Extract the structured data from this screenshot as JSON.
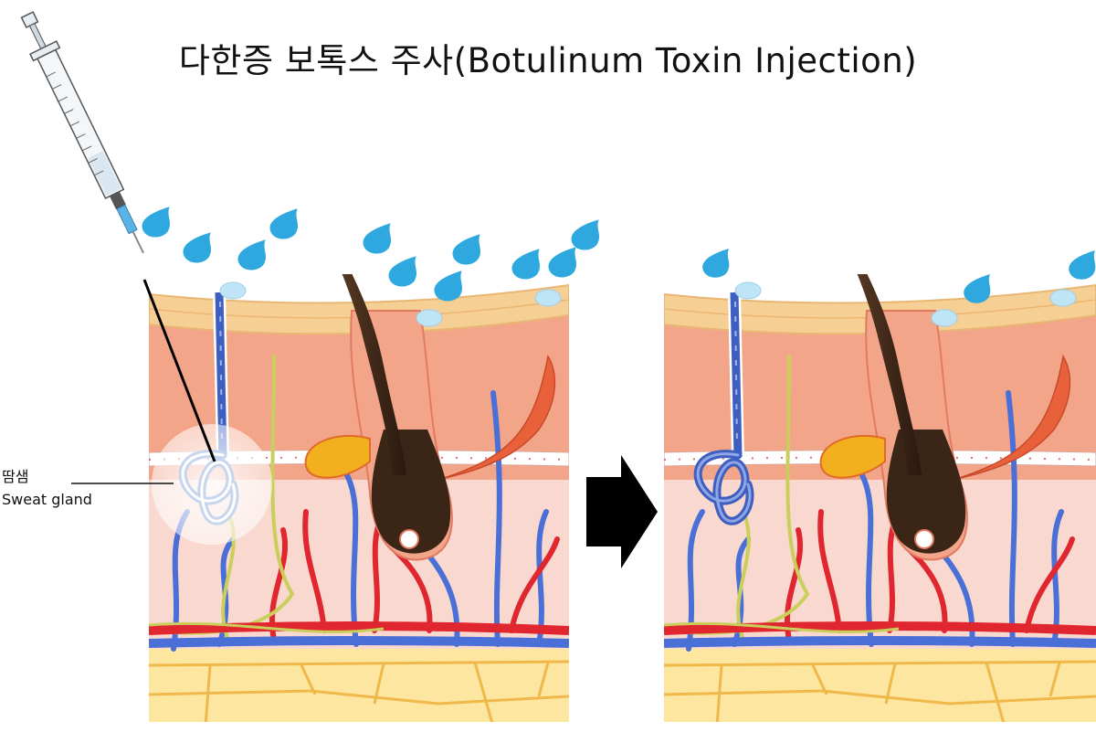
{
  "title": "다한증 보톡스 주사(Botulinum Toxin Injection)",
  "label": {
    "korean": "땀샘",
    "english": "Sweat gland"
  },
  "colors": {
    "epidermis": "#f6cf95",
    "dermis": "#f3a58a",
    "dermis_lower": "#f9d9cf",
    "fat": "#fde6a0",
    "fat_line": "#f0b84a",
    "hair": "#3b2517",
    "artery": "#e0262e",
    "vein": "#4a6fd6",
    "nerve": "#c9cf5a",
    "muscle": "#e8613a",
    "sebaceous": "#f2b01e",
    "drop": "#2fa8df",
    "gland_active": "#e4ecf7",
    "gland_inactive": "#3e5fbf"
  },
  "icons": [
    "syringe-icon",
    "arrow-right-icon",
    "sweat-drop-icon"
  ]
}
